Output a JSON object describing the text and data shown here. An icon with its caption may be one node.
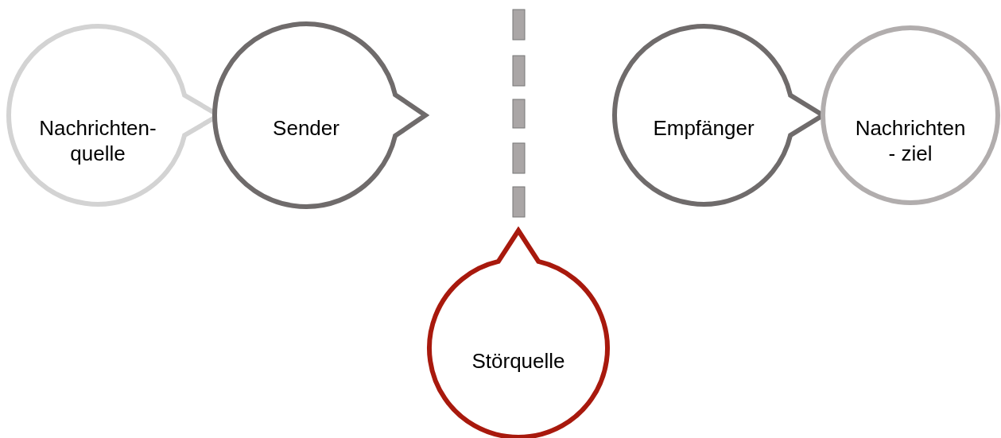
{
  "diagram": {
    "nodes": [
      {
        "text": [
          "Nachrichten- quelle"
        ]
      },
      {
        "text": [
          "Sender"
        ]
      },
      {
        "text": [
          "Empfänger"
        ]
      },
      {
        "text": [
          "Nachrichten - ziel"
        ]
      },
      {
        "text": [
          "Störquelle"
        ]
      }
    ]
  }
}
